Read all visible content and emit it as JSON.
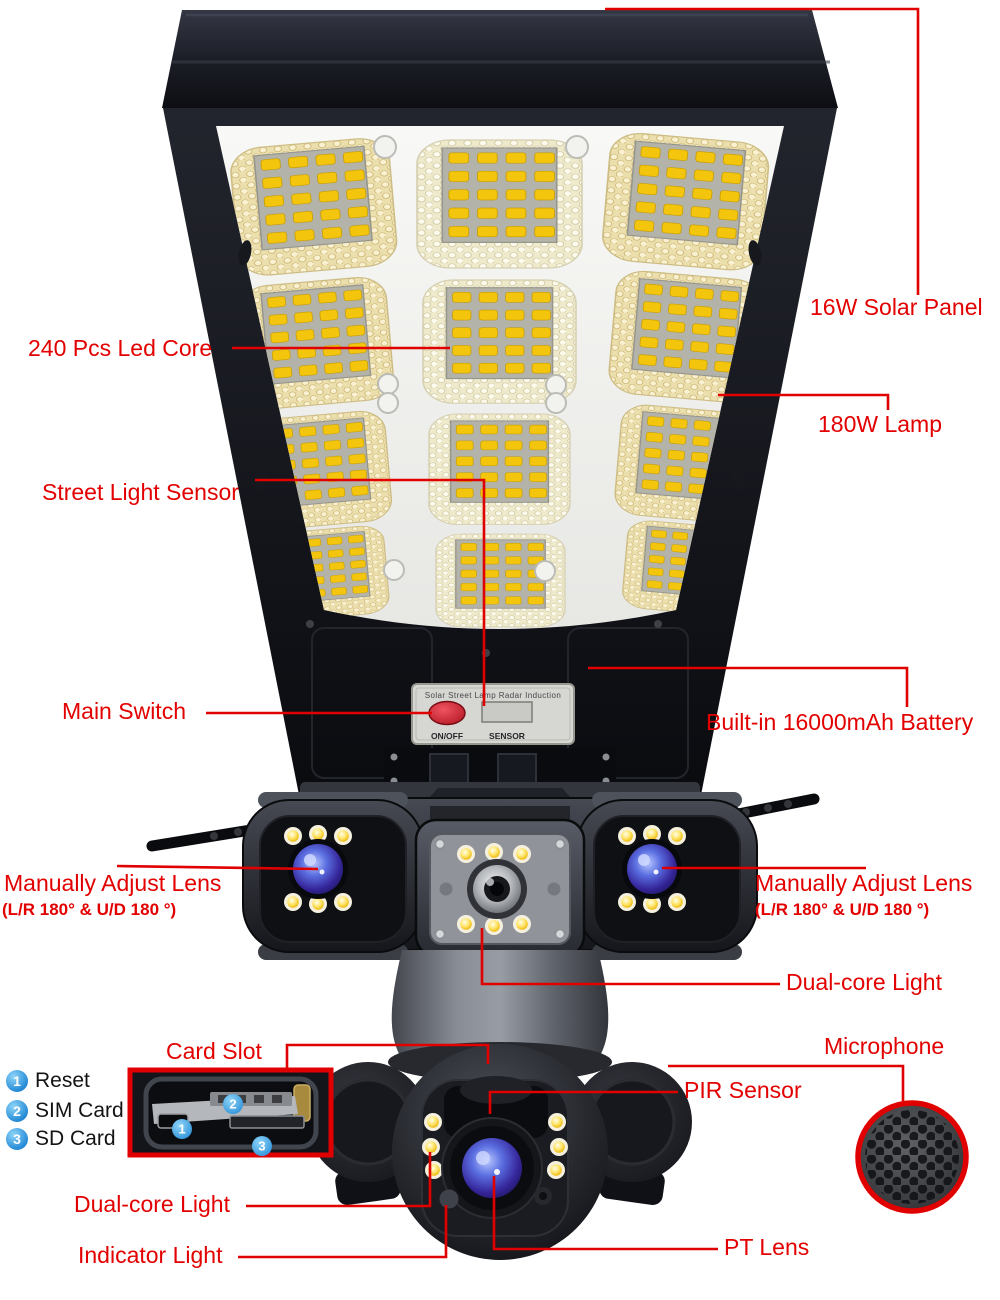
{
  "callouts": {
    "solar_panel": "16W Solar Panel",
    "led_core": "240 Pcs Led Core",
    "lamp": "180W Lamp",
    "street_light_sensor": "Street Light Sensor",
    "main_switch": "Main Switch",
    "battery": "Built-in 16000mAh Battery",
    "manual_adjust_left_title": "Manually Adjust Lens",
    "manual_adjust_left_sub": "(L/R 180° & U/D 180 °)",
    "manual_adjust_right_title": "Manually Adjust Lens",
    "manual_adjust_right_sub": "(L/R 180° & U/D 180 °)",
    "dual_core_light_right": "Dual-core Light",
    "microphone": "Microphone",
    "pir_sensor": "PIR Sensor",
    "card_slot": "Card Slot",
    "dual_core_light_bottom": "Dual-core Light",
    "indicator_light": "Indicator Light",
    "pt_lens": "PT Lens"
  },
  "device_plate": {
    "title": "Solar Street Lamp Radar Induction",
    "button_label": "ON/OFF",
    "window_label": "SENSOR"
  },
  "card_slot": {
    "badges": [
      "1",
      "2",
      "3"
    ],
    "legend": [
      {
        "num": "1",
        "label": "Reset"
      },
      {
        "num": "2",
        "label": "SIM Card"
      },
      {
        "num": "3",
        "label": "SD Card"
      }
    ]
  },
  "colors": {
    "callout_red": "#e10000",
    "led_yellow": "#f3c50c",
    "badge_blue": "#2f9ce8"
  }
}
